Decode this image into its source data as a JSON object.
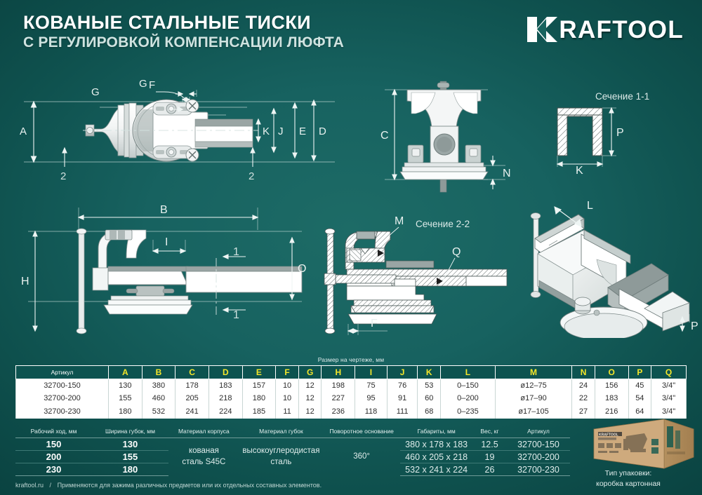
{
  "header": {
    "title_main": "КОВАНЫЕ СТАЛЬНЫЕ ТИСКИ",
    "title_sub": "с регулировкой компенсации люфта",
    "logo_text": "RAFTOOL",
    "logo_mark": "K"
  },
  "drawings": {
    "top_view": {
      "labels": [
        "A",
        "G",
        "G",
        "F",
        "K",
        "J",
        "E",
        "D"
      ],
      "section_marks": [
        "2",
        "2"
      ]
    },
    "front_view": {
      "labels": [
        "C",
        "N"
      ]
    },
    "section_1_1": {
      "title": "Сечение 1-1",
      "labels": [
        "P",
        "K"
      ]
    },
    "side_view": {
      "labels": [
        "B",
        "H",
        "I",
        "O"
      ],
      "section_marks": [
        "1",
        "1"
      ]
    },
    "section_2_2": {
      "title": "Сечение 2-2",
      "labels": [
        "M",
        "Q",
        "F"
      ]
    },
    "iso_view": {
      "labels": [
        "L",
        "P"
      ]
    }
  },
  "table1": {
    "caption": "Размер на чертеже, мм",
    "columns": [
      "Артикул",
      "A",
      "B",
      "C",
      "D",
      "E",
      "F",
      "G",
      "H",
      "I",
      "J",
      "K",
      "L",
      "M",
      "N",
      "O",
      "P",
      "Q"
    ],
    "rows": [
      [
        "32700-150",
        "130",
        "380",
        "178",
        "183",
        "157",
        "10",
        "12",
        "198",
        "75",
        "76",
        "53",
        "0–150",
        "ø12–75",
        "24",
        "156",
        "45",
        "3/4\""
      ],
      [
        "32700-200",
        "155",
        "460",
        "205",
        "218",
        "180",
        "10",
        "12",
        "227",
        "95",
        "91",
        "60",
        "0–200",
        "ø17–90",
        "22",
        "183",
        "54",
        "3/4\""
      ],
      [
        "32700-230",
        "180",
        "532",
        "241",
        "224",
        "185",
        "11",
        "12",
        "236",
        "118",
        "111",
        "68",
        "0–235",
        "ø17–105",
        "27",
        "216",
        "64",
        "3/4\""
      ]
    ]
  },
  "table2": {
    "columns": [
      "Рабочий ход, мм",
      "Ширина губок, мм",
      "Материал корпуса",
      "Материал губок",
      "Поворотное основание",
      "Габариты, мм",
      "Вес, кг",
      "Артикул"
    ],
    "rows": [
      {
        "stroke": "150",
        "jaw_width": "130",
        "dimensions": "380 x 178 x 183",
        "weight": "12.5",
        "article": "32700-150"
      },
      {
        "stroke": "200",
        "jaw_width": "155",
        "dimensions": "460 x 205 x 218",
        "weight": "19",
        "article": "32700-200"
      },
      {
        "stroke": "230",
        "jaw_width": "180",
        "dimensions": "532 x 241 x 224",
        "weight": "26",
        "article": "32700-230"
      }
    ],
    "body_material": "кованая\nсталь S45C",
    "body_material_l1": "кованая",
    "body_material_l2": "сталь S45C",
    "jaw_material_l1": "высокоуглеродистая",
    "jaw_material_l2": "сталь",
    "swivel_base": "360°"
  },
  "packaging": {
    "caption_l1": "Тип упаковки:",
    "caption_l2": "коробка картонная",
    "box_brand": "KRAFTOOL"
  },
  "footer": {
    "site": "kraftool.ru",
    "separator": "/",
    "note": "Применяются для зажима различных предметов или их отдельных составных элементов."
  },
  "colors": {
    "bg_dark": "#0a4240",
    "bg_light": "#1d6b66",
    "accent_yellow": "#f2e62a",
    "table_header": "#0d5350",
    "white": "#ffffff"
  }
}
